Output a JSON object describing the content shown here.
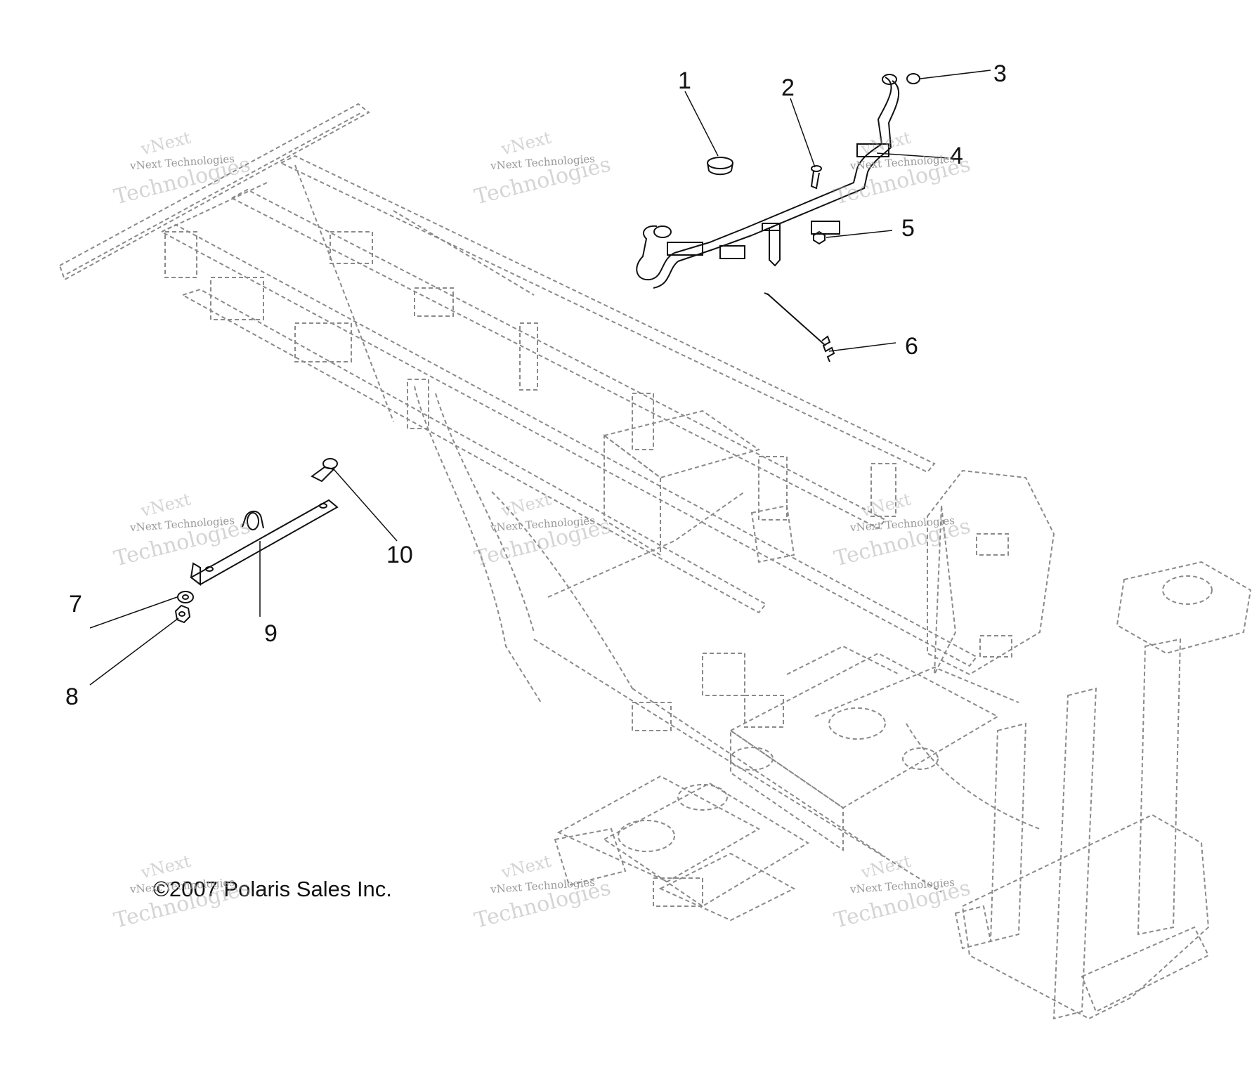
{
  "diagram": {
    "copyright": "©2007 Polaris Sales Inc.",
    "callouts": [
      "1",
      "2",
      "3",
      "4",
      "5",
      "6",
      "7",
      "8",
      "9",
      "10"
    ],
    "watermark": {
      "line_small": "vNext Technologies",
      "line_top": "vNext",
      "line_bottom": "Technologies"
    },
    "colors": {
      "line": "#111111",
      "frame": "#8a8a8a",
      "watermark": "#9a9a9a"
    }
  }
}
